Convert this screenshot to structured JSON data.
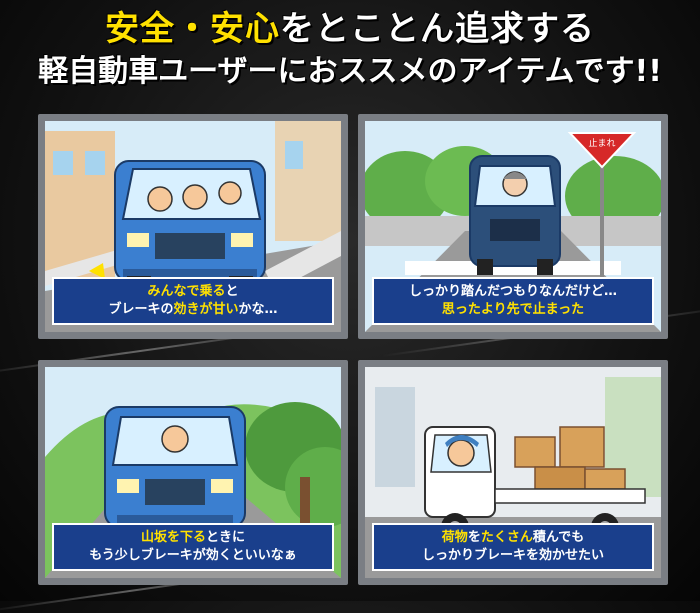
{
  "headline": {
    "line1": {
      "a": "安全",
      "dot": "・",
      "b": "安心",
      "c": "をとことん追求する"
    },
    "line2": {
      "text": "軽自動車ユーザーにおススメのアイテムです!!"
    }
  },
  "panels": [
    {
      "caption_l1": [
        {
          "t": "みんなで乗る",
          "hl": true
        },
        {
          "t": "と",
          "hl": false
        }
      ],
      "caption_l2": [
        {
          "t": "ブレーキの",
          "hl": false
        },
        {
          "t": "効きが甘い",
          "hl": true
        },
        {
          "t": "かな…",
          "hl": false
        }
      ]
    },
    {
      "sign_text": "止まれ",
      "caption_l1": [
        {
          "t": "しっかり踏んだつもりなんだけど…",
          "hl": false
        }
      ],
      "caption_l2": [
        {
          "t": "思ったより先で止まった",
          "hl": true
        }
      ]
    },
    {
      "caption_l1": [
        {
          "t": "山坂を下る",
          "hl": true
        },
        {
          "t": "ときに",
          "hl": false
        }
      ],
      "caption_l2": [
        {
          "t": "もう少しブレーキが効くといいなぁ",
          "hl": false
        }
      ]
    },
    {
      "caption_l1": [
        {
          "t": "荷物",
          "hl": true
        },
        {
          "t": "を",
          "hl": false
        },
        {
          "t": "たくさん",
          "hl": true
        },
        {
          "t": "積んでも",
          "hl": false
        }
      ],
      "caption_l2": [
        {
          "t": "しっかりブレーキを効かせたい",
          "hl": false
        }
      ]
    }
  ],
  "colors": {
    "caption_bg": "#1a3f8c",
    "highlight": "#ffe100",
    "car": "#3b7fd0"
  }
}
